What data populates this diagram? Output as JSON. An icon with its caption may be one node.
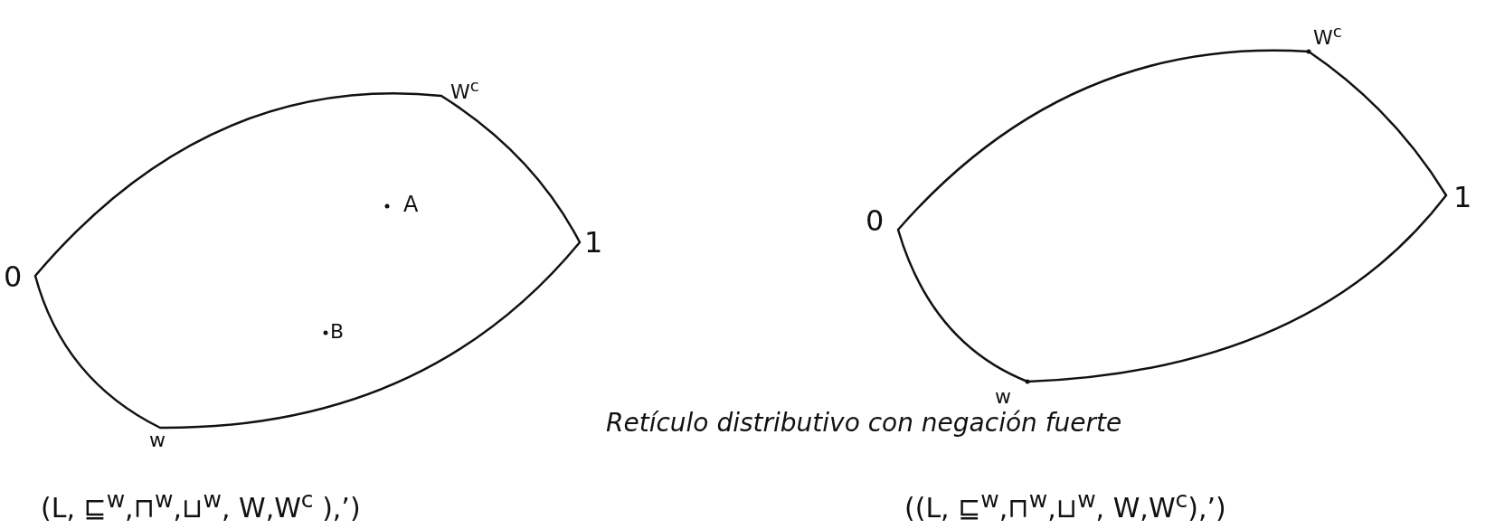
{
  "diagram": {
    "labels": [
      "W$^{c}$",
      "W$^{c}$",
      "A",
      "0",
      "1",
      "0",
      "1",
      "B",
      "w",
      "w",
      "Retículo distributivo con negación fuerte",
      "(L, ⊑$^{w}$,⊓$^{w}$,⊔$^{w}$, W,W$^{c}$ ),’)",
      "((L, ⊑$^{w}$,⊓$^{w}$,⊔$^{w}$, W,W$^{c}$),’)"
    ]
  }
}
